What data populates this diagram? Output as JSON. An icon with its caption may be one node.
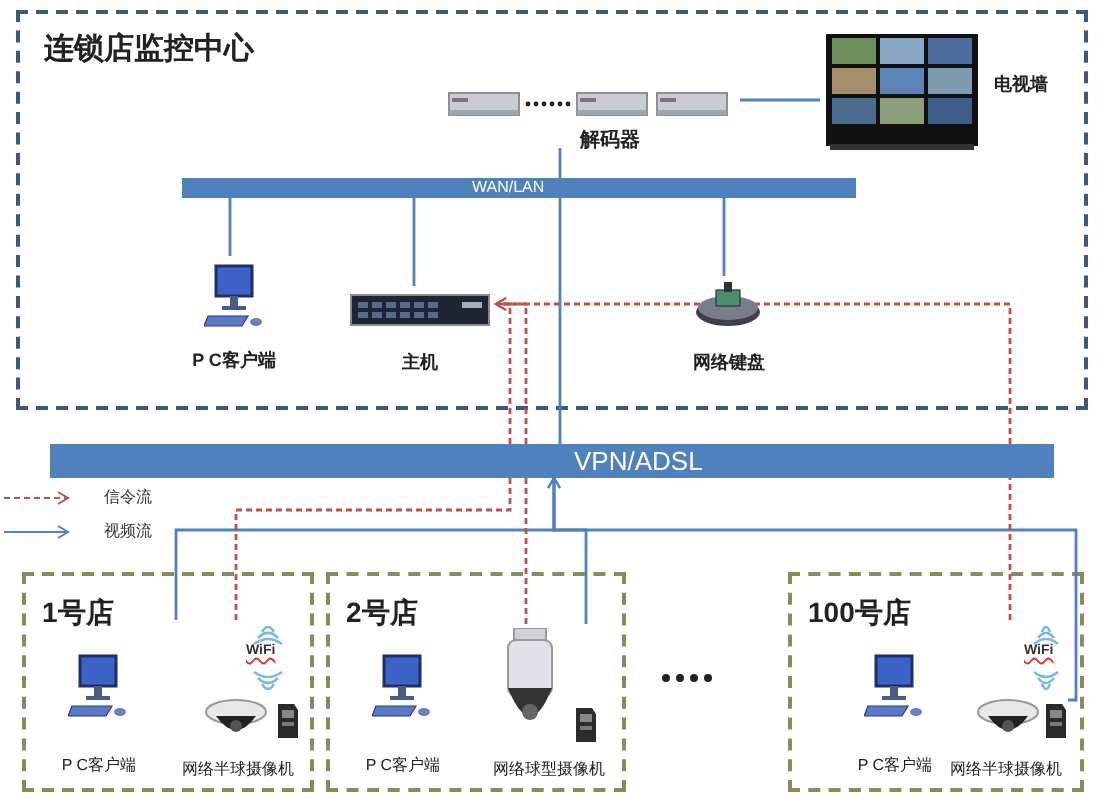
{
  "diagram": {
    "nodes": [
      {
        "text": [
          "连锁店监控中心"
        ]
      },
      {
        "text": [
          "解码器"
        ],
        "in": 0
      },
      {
        "text": [
          "电视墙"
        ],
        "in": 0
      },
      {
        "text": [
          "WAN/LAN"
        ],
        "in": 0
      },
      {
        "text": [
          "P C客户端"
        ],
        "in": 0
      },
      {
        "text": [
          "主机"
        ],
        "in": 0
      },
      {
        "text": [
          "网络键盘"
        ],
        "in": 0
      },
      {
        "text": [
          "VPN/ADSL"
        ]
      },
      {
        "text": [
          "1号店"
        ]
      },
      {
        "text": [
          "P C客户端"
        ],
        "in": 8
      },
      {
        "text": [
          "网络半球摄像机"
        ],
        "in": 8
      },
      {
        "text": [
          "2号店"
        ]
      },
      {
        "text": [
          "P C客户端"
        ],
        "in": 11
      },
      {
        "text": [
          "网络球型摄像机"
        ],
        "in": 11
      },
      {
        "text": [
          "100号店"
        ]
      },
      {
        "text": [
          "P C客户端"
        ],
        "in": 14
      },
      {
        "text": [
          "网络半球摄像机"
        ],
        "in": 14
      }
    ],
    "edges": [
      {
        "from": 1,
        "to": 2,
        "arrow": "none"
      },
      {
        "from": 1,
        "to": 7,
        "arrow": "none"
      },
      {
        "from": 3,
        "to": 4,
        "arrow": "none"
      },
      {
        "from": 3,
        "to": 5,
        "arrow": "none"
      },
      {
        "from": 3,
        "to": 6,
        "arrow": "none"
      },
      {
        "from": 10,
        "to": 7,
        "arrow": "to"
      },
      {
        "from": 13,
        "to": 7,
        "arrow": "to"
      },
      {
        "from": 16,
        "to": 7,
        "arrow": "to"
      },
      {
        "from": 10,
        "to": 7,
        "arrow": "none",
        "style": "dashed",
        "color": "#c0504d"
      },
      {
        "from": 13,
        "to": 7,
        "arrow": "none",
        "style": "dashed",
        "color": "#c0504d"
      },
      {
        "from": 16,
        "to": 7,
        "arrow": "none",
        "style": "dashed",
        "color": "#c0504d"
      },
      {
        "from": 7,
        "to": 5,
        "arrow": "to",
        "style": "dashed",
        "color": "#c0504d"
      },
      {
        "from": 7,
        "to": 5,
        "arrow": "to",
        "style": "dashed",
        "color": "#c0504d"
      },
      {
        "from": 7,
        "to": 5,
        "arrow": "to",
        "style": "dashed",
        "color": "#c0504d"
      }
    ],
    "labels": [
      "WiFi",
      "WiFi"
    ],
    "legend": [
      {
        "text": "信令流"
      },
      {
        "text": "视频流"
      }
    ]
  }
}
